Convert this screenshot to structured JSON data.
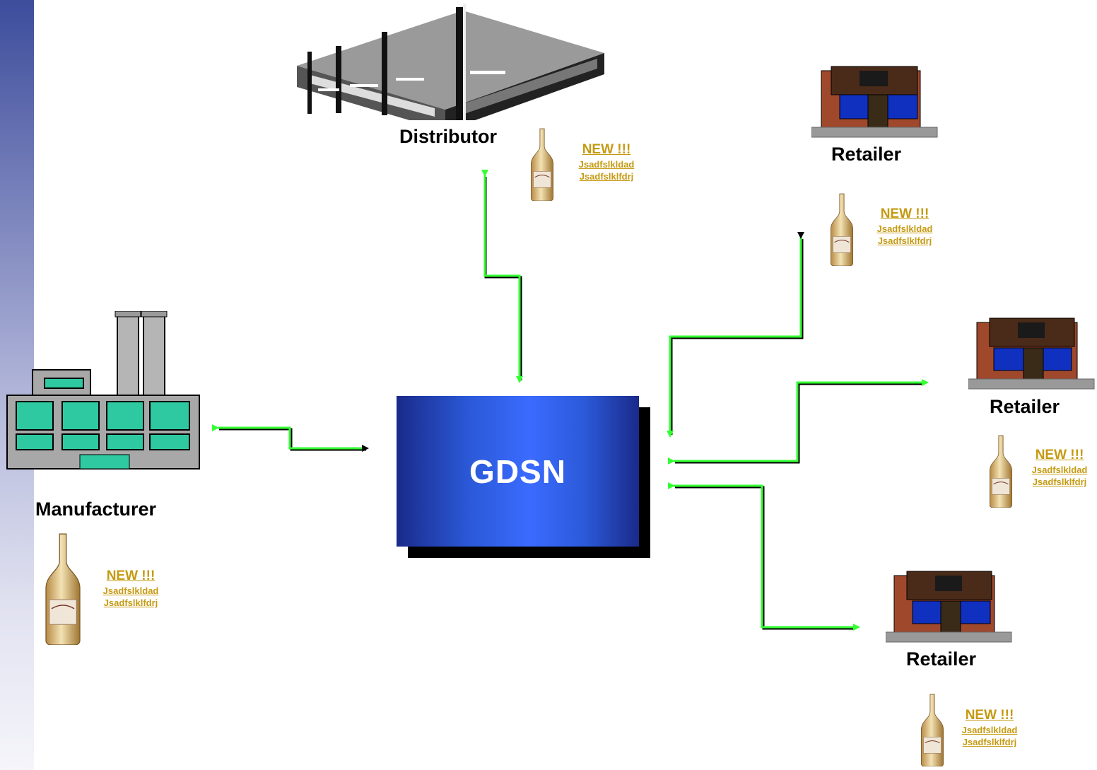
{
  "hub": {
    "label": "GDSN"
  },
  "nodes": {
    "distributor": {
      "label": "Distributor",
      "promo": {
        "badge": "NEW !!!",
        "line1": "Jsadfslkldad",
        "line2": "Jsadfslklfdrj"
      }
    },
    "manufacturer": {
      "label": "Manufacturer",
      "promo": {
        "badge": "NEW !!!",
        "line1": "Jsadfslkldad",
        "line2": "Jsadfslklfdrj"
      }
    },
    "retailer1": {
      "label": "Retailer",
      "promo": {
        "badge": "NEW !!!",
        "line1": "Jsadfslkldad",
        "line2": "Jsadfslklfdrj"
      }
    },
    "retailer2": {
      "label": "Retailer",
      "promo": {
        "badge": "NEW !!!",
        "line1": "Jsadfslkldad",
        "line2": "Jsadfslklfdrj"
      }
    },
    "retailer3": {
      "label": "Retailer",
      "promo": {
        "badge": "NEW !!!",
        "line1": "Jsadfslkldad",
        "line2": "Jsadfslklfdrj"
      }
    }
  },
  "colors": {
    "connector": "#33ff33",
    "promo_text": "#c59a12",
    "hub": "#2b59d8"
  },
  "icons": {
    "distributor": "warehouse-icon",
    "manufacturer": "factory-icon",
    "retailer": "storefront-icon",
    "product": "wine-bottle-icon"
  }
}
